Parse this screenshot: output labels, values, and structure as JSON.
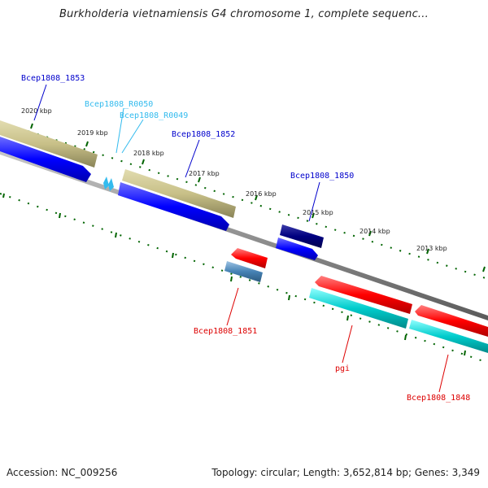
{
  "title": "Burkholderia vietnamiensis G4 chromosome 1, complete sequenc...",
  "footer": {
    "accession": "Accession: NC_009256",
    "summary": "Topology: circular; Length: 3,652,814 bp; Genes: 3,349"
  },
  "kbp_ticks": [
    "2020 kbp",
    "2019 kbp",
    "2018 kbp",
    "2017 kbp",
    "2016 kbp",
    "2015 kbp",
    "2014 kbp",
    "2013 kbp"
  ],
  "gene_labels": [
    "Bcep1808_1853",
    "Bcep1808_R0050",
    "Bcep1808_R0049",
    "Bcep1808_1852",
    "Bcep1808_1850",
    "Bcep1808_1851",
    "pgi",
    "Bcep1808_1848"
  ],
  "colors": {
    "cds_forward": "#0000ff",
    "cds_dark": "#000080",
    "cds_reverse": "#ff0000",
    "orthologs": "#c8c088",
    "cyan": "#00cccc",
    "steelblue": "#4682b4",
    "trna": "#33bbee",
    "backbone": "#808080",
    "tick_green": "#006400"
  }
}
